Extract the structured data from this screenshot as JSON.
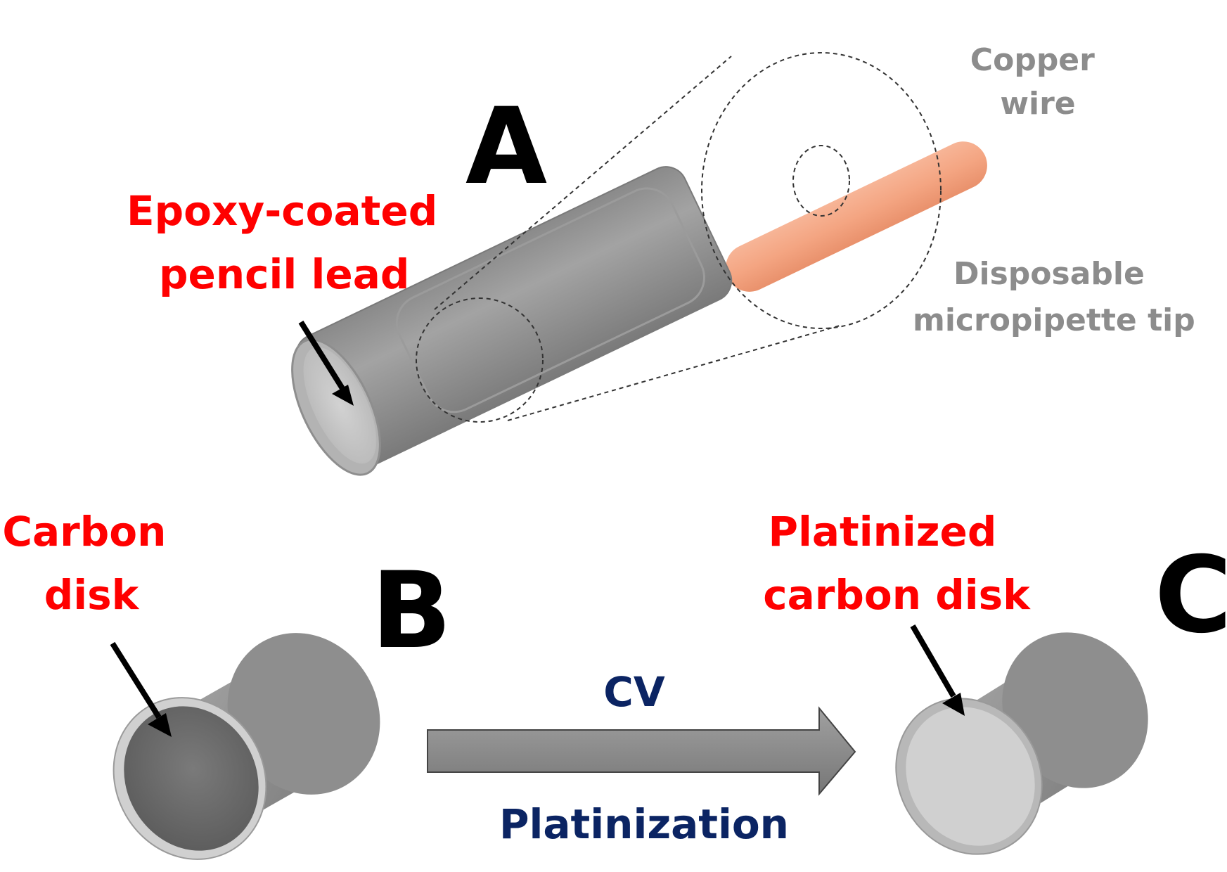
{
  "panels": {
    "a": {
      "letter": "A",
      "epoxy_label": [
        "Epoxy-coated",
        "pencil lead"
      ],
      "copper_label": [
        "Copper",
        "wire"
      ],
      "tip_label": [
        "Disposable",
        "micropipette tip"
      ]
    },
    "b": {
      "letter": "B",
      "disk_label": [
        "Carbon",
        "disk"
      ]
    },
    "c": {
      "letter": "C",
      "disk_label": [
        "Platinized",
        "carbon disk"
      ]
    }
  },
  "process": {
    "method": "CV",
    "step": "Platinization"
  },
  "colors": {
    "label_red": "#ff0000",
    "label_gray": "#8c8c8c",
    "label_navy": "#0b2463",
    "copper": "#f4a582",
    "cylinder_gray": "#8f8f8f"
  }
}
